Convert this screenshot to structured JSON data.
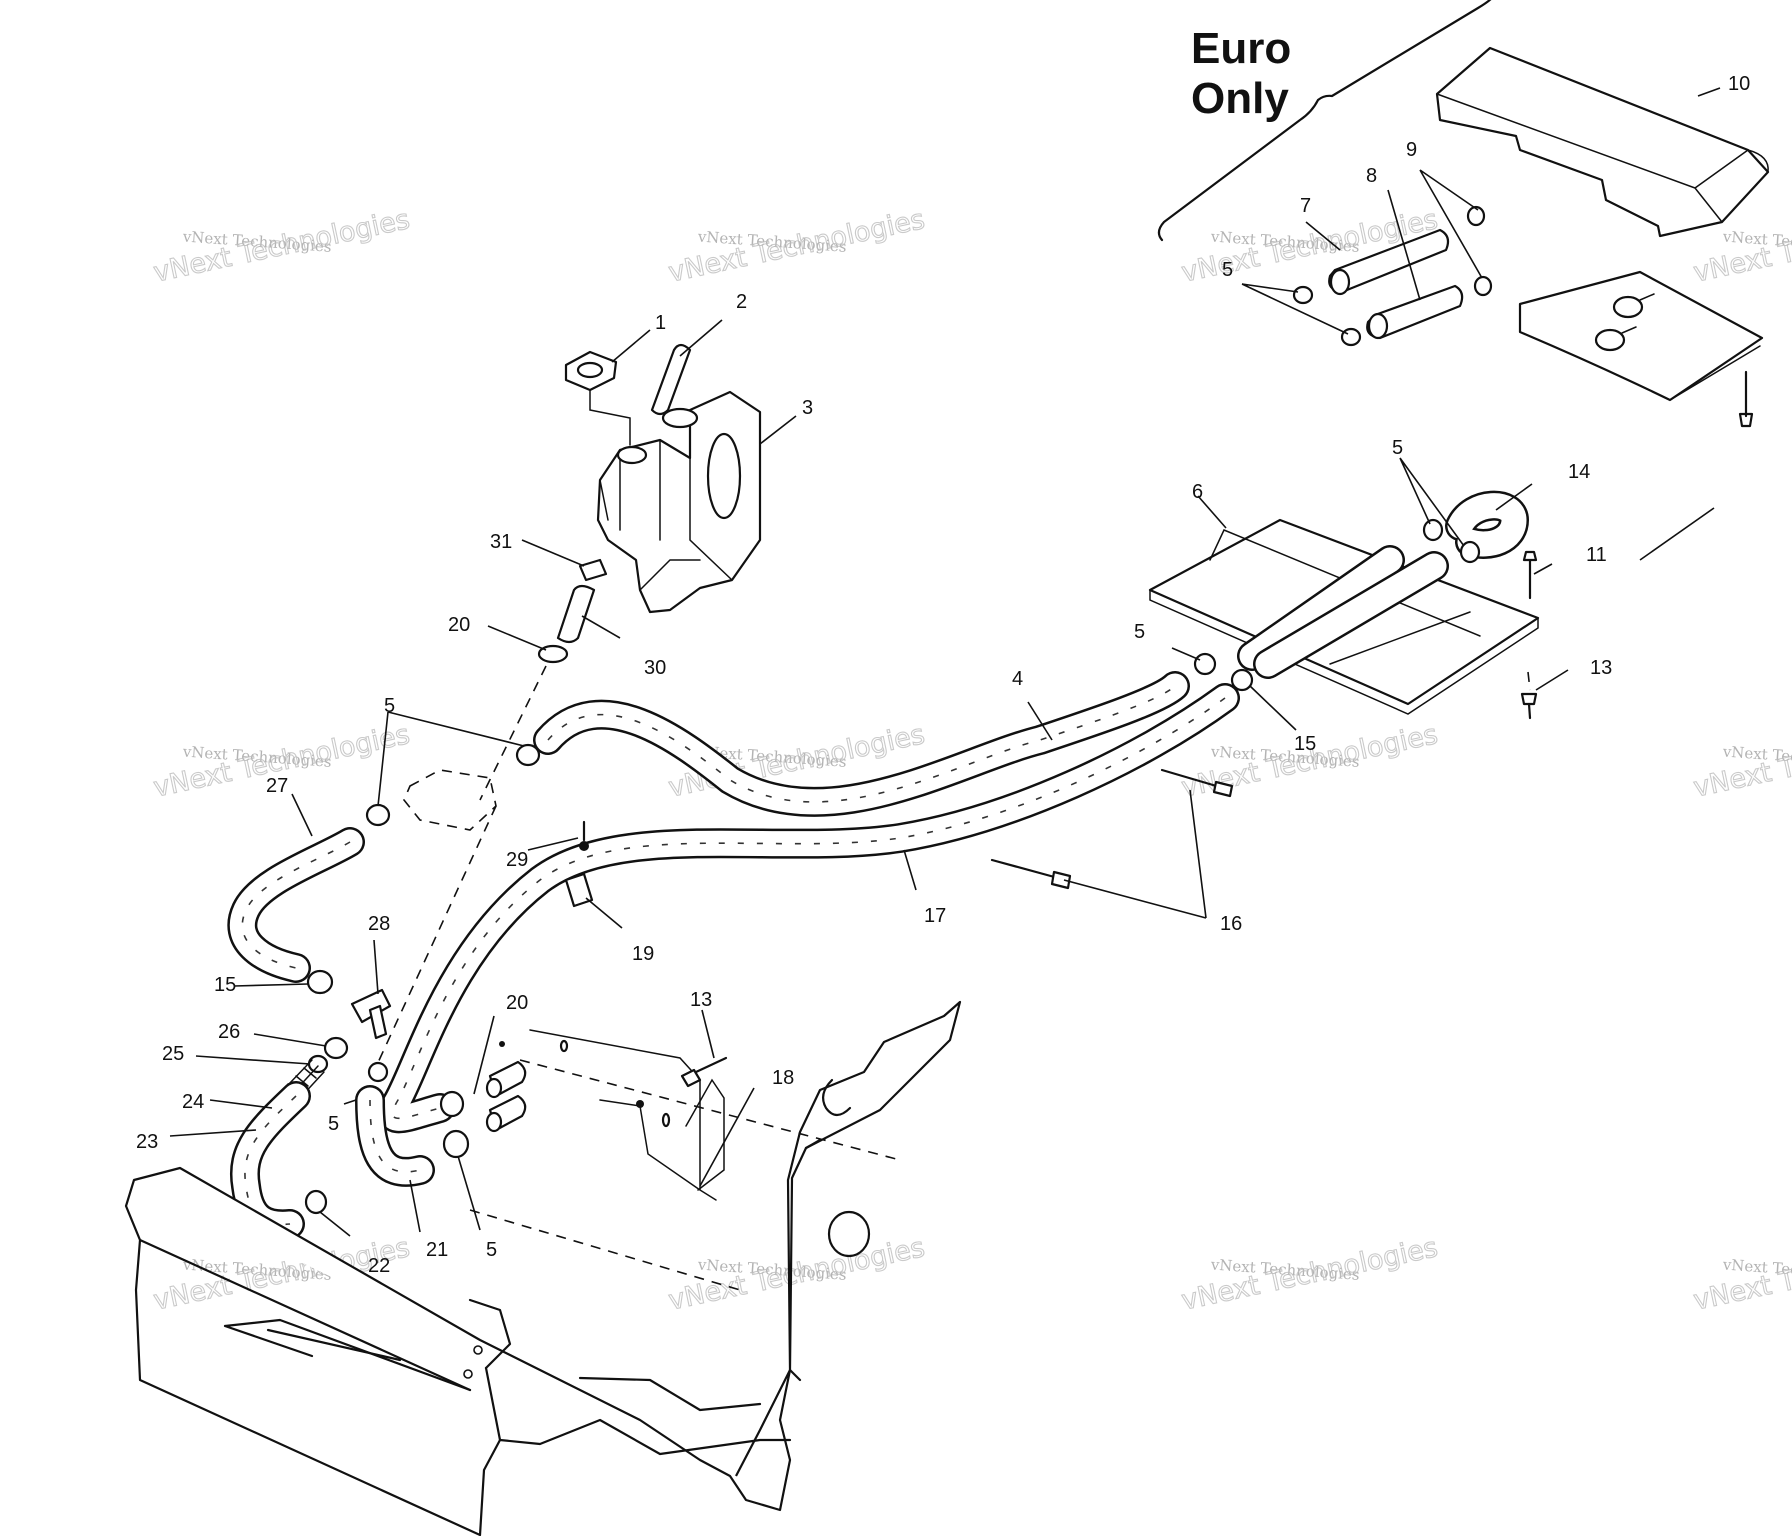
{
  "region_label": {
    "line1": "Euro",
    "line2": "Only"
  },
  "watermark": {
    "small_text": "vNext Technologies",
    "large_text": "vNext Technologies"
  },
  "callouts": [
    {
      "id": "c1",
      "text": "1"
    },
    {
      "id": "c2",
      "text": "2"
    },
    {
      "id": "c3",
      "text": "3"
    },
    {
      "id": "c4",
      "text": "4"
    },
    {
      "id": "c5a",
      "text": "5"
    },
    {
      "id": "c5b",
      "text": "5"
    },
    {
      "id": "c5c",
      "text": "5"
    },
    {
      "id": "c5d",
      "text": "5"
    },
    {
      "id": "c5e",
      "text": "5"
    },
    {
      "id": "c5f",
      "text": "5"
    },
    {
      "id": "c6",
      "text": "6"
    },
    {
      "id": "c7",
      "text": "7"
    },
    {
      "id": "c8",
      "text": "8"
    },
    {
      "id": "c9",
      "text": "9"
    },
    {
      "id": "c10",
      "text": "10"
    },
    {
      "id": "c11",
      "text": "11"
    },
    {
      "id": "c13a",
      "text": "13"
    },
    {
      "id": "c13b",
      "text": "13"
    },
    {
      "id": "c14",
      "text": "14"
    },
    {
      "id": "c15a",
      "text": "15"
    },
    {
      "id": "c15b",
      "text": "15"
    },
    {
      "id": "c16",
      "text": "16"
    },
    {
      "id": "c17",
      "text": "17"
    },
    {
      "id": "c18",
      "text": "18"
    },
    {
      "id": "c19",
      "text": "19"
    },
    {
      "id": "c20a",
      "text": "20"
    },
    {
      "id": "c20b",
      "text": "20"
    },
    {
      "id": "c21",
      "text": "21"
    },
    {
      "id": "c22",
      "text": "22"
    },
    {
      "id": "c23",
      "text": "23"
    },
    {
      "id": "c24",
      "text": "24"
    },
    {
      "id": "c25",
      "text": "25"
    },
    {
      "id": "c26",
      "text": "26"
    },
    {
      "id": "c27",
      "text": "27"
    },
    {
      "id": "c28",
      "text": "28"
    },
    {
      "id": "c29",
      "text": "29"
    },
    {
      "id": "c30",
      "text": "30"
    },
    {
      "id": "c31",
      "text": "31"
    }
  ]
}
